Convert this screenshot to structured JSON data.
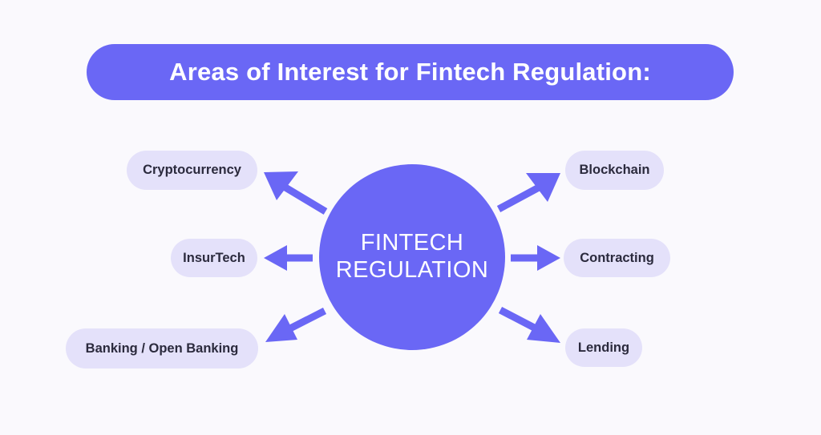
{
  "page": {
    "background_color": "#faf9fd",
    "accent_color": "#6a67f5",
    "pill_color": "#e4e1fa",
    "pill_text_color": "#2b2a3d"
  },
  "header": {
    "title": "Areas of Interest for Fintech Regulation:"
  },
  "diagram": {
    "type": "hub-and-spoke",
    "center": {
      "line1": "FINTECH",
      "line2": "REGULATION"
    },
    "nodes": [
      {
        "label": "Cryptocurrency",
        "side": "left",
        "position": "top"
      },
      {
        "label": "InsurTech",
        "side": "left",
        "position": "middle"
      },
      {
        "label": "Banking / Open Banking",
        "side": "left",
        "position": "bottom"
      },
      {
        "label": "Blockchain",
        "side": "right",
        "position": "top"
      },
      {
        "label": "Contracting",
        "side": "right",
        "position": "middle"
      },
      {
        "label": "Lending",
        "side": "right",
        "position": "bottom"
      }
    ],
    "arrows": [
      {
        "name": "arrow-to-cryptocurrency",
        "direction": "up-left"
      },
      {
        "name": "arrow-to-insurtech",
        "direction": "left"
      },
      {
        "name": "arrow-to-banking-open-banking",
        "direction": "down-left"
      },
      {
        "name": "arrow-to-blockchain",
        "direction": "up-right"
      },
      {
        "name": "arrow-to-contracting",
        "direction": "right"
      },
      {
        "name": "arrow-to-lending",
        "direction": "down-right"
      }
    ]
  }
}
